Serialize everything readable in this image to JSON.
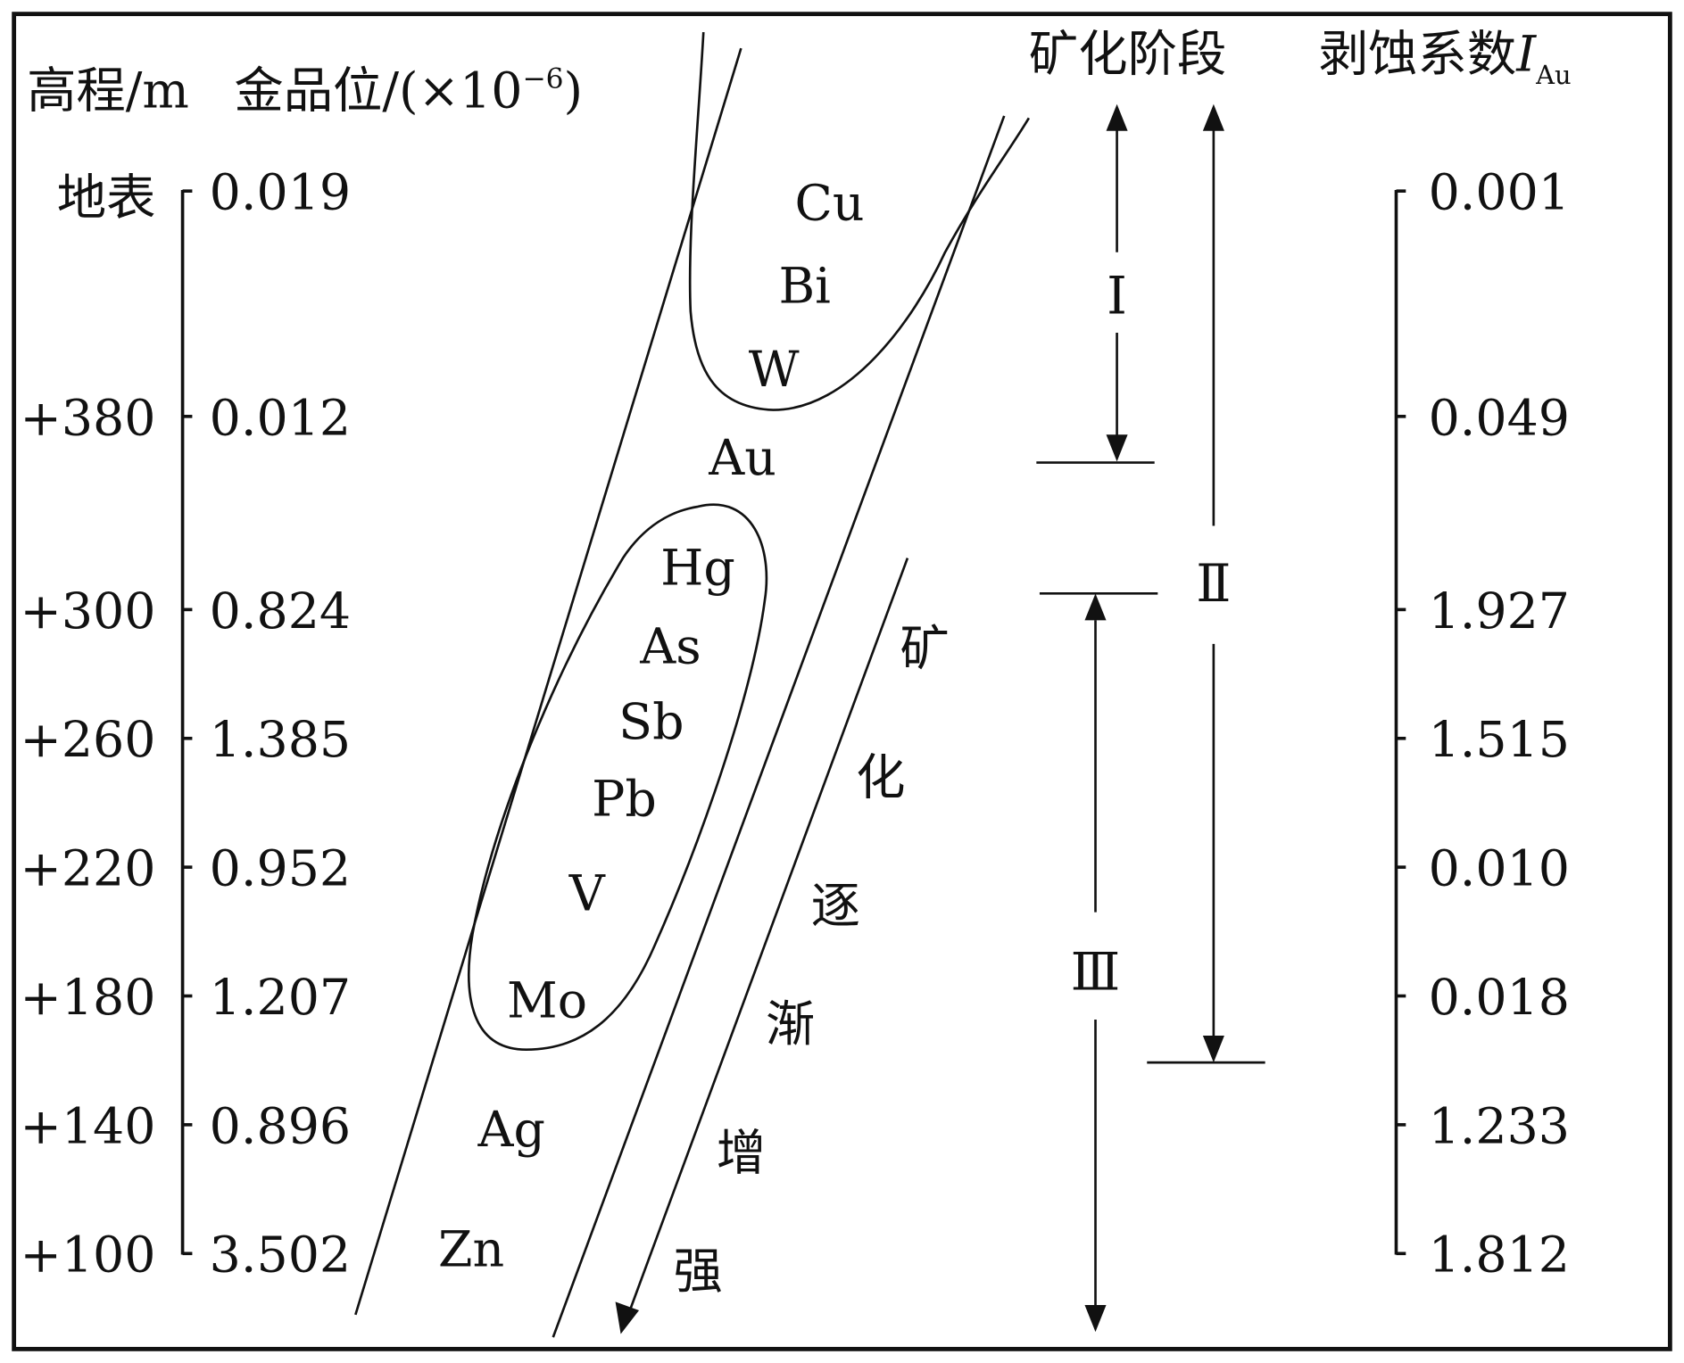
{
  "header": {
    "elevation_label": "高程/m",
    "grade_label": "金品位/(×10",
    "grade_exp": "−6",
    "grade_close": ")",
    "stage_label": "矿化阶段",
    "erosion_label": "剥蚀系数",
    "erosion_symbol": "I",
    "erosion_sub": "Au"
  },
  "rows": [
    {
      "elevation": "地表",
      "grade": "0.019",
      "coefficient": "0.001"
    },
    {
      "elevation": "+380",
      "grade": "0.012",
      "coefficient": "0.049"
    },
    {
      "elevation": "+300",
      "grade": "0.824",
      "coefficient": "1.927"
    },
    {
      "elevation": "+260",
      "grade": "1.385",
      "coefficient": "1.515"
    },
    {
      "elevation": "+220",
      "grade": "0.952",
      "coefficient": "0.010"
    },
    {
      "elevation": "+180",
      "grade": "1.207",
      "coefficient": "0.018"
    },
    {
      "elevation": "+140",
      "grade": "0.896",
      "coefficient": "1.233"
    },
    {
      "elevation": "+100",
      "grade": "3.502",
      "coefficient": "1.812"
    }
  ],
  "elements": [
    "Cu",
    "Bi",
    "W",
    "Au",
    "Hg",
    "As",
    "Sb",
    "Pb",
    "V",
    "Mo",
    "Ag",
    "Zn"
  ],
  "trend": [
    "矿",
    "化",
    "逐",
    "渐",
    "增",
    "强"
  ],
  "stages": [
    "Ⅰ",
    "Ⅱ",
    "Ⅲ"
  ]
}
